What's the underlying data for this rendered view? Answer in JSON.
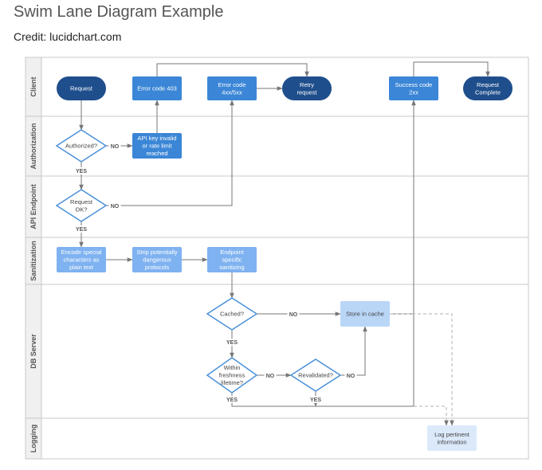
{
  "page": {
    "title": "Swim Lane Diagram Example",
    "credit": "Credit: lucidchart.com"
  },
  "colors": {
    "dark_blue": "#1f4e8c",
    "mid_blue": "#3b86d6",
    "light_blue": "#7fb2f0",
    "pale_blue": "#b9d6f7",
    "faint_blue": "#dbe9fb",
    "diamond_stroke": "#4a90d9",
    "lane_band": "#f0f0f0",
    "border": "#c8c8c8",
    "edge": "#777777"
  },
  "lanes": [
    {
      "id": "client",
      "label": "Client"
    },
    {
      "id": "authorization",
      "label": "Authorization"
    },
    {
      "id": "api-endpoint",
      "label": "API Endpoint"
    },
    {
      "id": "sanitization",
      "label": "Sanitization"
    },
    {
      "id": "db-server",
      "label": "DB Server"
    },
    {
      "id": "logging",
      "label": "Logging"
    }
  ],
  "nodes": {
    "request": [
      "Request"
    ],
    "error_403": [
      "Error code 403"
    ],
    "error_4xx": [
      "Error code",
      "4xx/5xx"
    ],
    "retry": [
      "Retry",
      "request"
    ],
    "success": [
      "Success code",
      "2xx"
    ],
    "complete": [
      "Request",
      "Complete"
    ],
    "authorized": [
      "Authorized?"
    ],
    "api_key_invalid": [
      "API key invalid",
      "or rate limit",
      "reached"
    ],
    "request_ok": [
      "Request",
      "OK?"
    ],
    "encode": [
      "Encode special",
      "characters as",
      "plain text"
    ],
    "strip": [
      "Strip potentially",
      "dangerous",
      "protocols"
    ],
    "endpoint_sanitizing": [
      "Endpoint",
      "specific",
      "sanitizing"
    ],
    "cached": [
      "Cached?"
    ],
    "store_cache": [
      "Store in cache"
    ],
    "freshness": [
      "Within",
      "freshness",
      "lifetime?"
    ],
    "revalidated": [
      "Revalidated?"
    ],
    "log": [
      "Log pertinent",
      "information"
    ]
  },
  "edge_labels": {
    "no": "NO",
    "yes": "YES"
  }
}
